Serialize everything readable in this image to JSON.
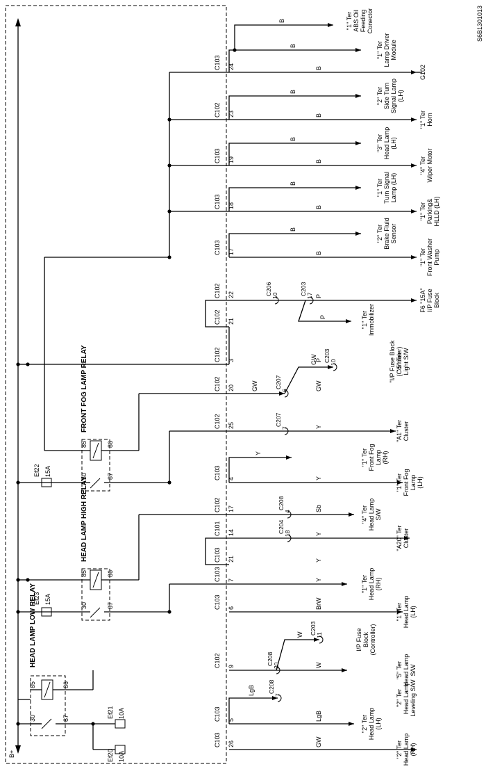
{
  "diagram_id": "S6B1301013",
  "supply": "B+",
  "relays": {
    "low": {
      "title": "HEAD LAMP LOW RELAY",
      "p85": "85",
      "p86": "86",
      "p30": "30",
      "p87": "87"
    },
    "high": {
      "title": "HEAD LAMP HIGH RELAY",
      "p85": "85",
      "p86": "86",
      "p30": "30",
      "p87": "87"
    },
    "fog": {
      "title": "FRONT FOG LAMP RELAY",
      "p85": "85",
      "p86": "86",
      "p30": "30",
      "p87": "87"
    }
  },
  "fuses": {
    "ef20": {
      "name": "Ef20",
      "rating": "10A"
    },
    "ef21": {
      "name": "Ef21",
      "rating": "10A"
    },
    "ef23": {
      "name": "Ef23",
      "rating": "15A"
    },
    "ef22": {
      "name": "Ef22",
      "rating": "15A"
    }
  },
  "rows": [
    {
      "conn": "C103",
      "pin": "26",
      "wire": "GW",
      "dest": [
        "\"2\" Ter",
        "Head Lamp",
        "(RH)"
      ]
    },
    {
      "conn": "C103",
      "pin": "5",
      "wire": "LgB",
      "dest": [
        "\"2\" Ter",
        "Head Lamp",
        "(LH)"
      ]
    },
    {
      "conn": "C102",
      "pin": "9",
      "wire": "W",
      "dest": [
        "\"5\" Ter",
        "Head Lamp",
        "S/W"
      ]
    },
    {
      "conn": "C103",
      "pin": "6",
      "wire": "BrW",
      "dest": [
        "\"1\" Ter",
        "Head Lamp",
        "(LH)"
      ]
    },
    {
      "conn": "C103",
      "pin": "7",
      "wire": "Y",
      "dest": [
        "\"1\" Ter",
        "Head Lamp",
        "(RH)"
      ]
    },
    {
      "conn": "C103",
      "pin": "21",
      "wire": "Y",
      "dest": []
    },
    {
      "conn": "C101",
      "pin": "14",
      "wire": "Y",
      "dest": [
        "\"A20\" Ter",
        "Cluster"
      ]
    },
    {
      "conn": "C102",
      "pin": "17",
      "wire": "Sb",
      "dest": [
        "\"4\" Ter",
        "Head Lamp",
        "S/W"
      ]
    },
    {
      "conn": "C103",
      "pin": "4",
      "wire": "Y",
      "dest": [
        "\"1\" Ter",
        "Front Fog",
        "Lamp",
        "(LH)"
      ]
    },
    {
      "conn": "C102",
      "pin": "25",
      "wire": "Y",
      "dest": [
        "\"A1\" Ter",
        "Cluster"
      ]
    },
    {
      "conn": "C102",
      "pin": "20",
      "wire": "GW",
      "dest": [
        "\"5\" Ter",
        "Light S/W"
      ]
    },
    {
      "conn": "C102",
      "pin": "3",
      "wire": "P",
      "dest": []
    },
    {
      "conn": "C102",
      "pin": "21",
      "wire": "",
      "dest": []
    },
    {
      "conn": "C102",
      "pin": "22",
      "wire": "P",
      "dest": [
        "F6 \"15A\"",
        "I/P Fuse",
        "Block"
      ]
    },
    {
      "conn": "C103",
      "pin": "17",
      "wire": "B",
      "dest": [
        "\"1\" Ter",
        "Front Washer",
        "Pump"
      ]
    },
    {
      "conn": "C103",
      "pin": "18",
      "wire": "B",
      "dest": [
        "\"1\" Ter",
        "Parking&",
        "HLLD (LH)"
      ]
    },
    {
      "conn": "C103",
      "pin": "19",
      "wire": "B",
      "dest": [
        "\"4\" Ter",
        "Wiper Motor"
      ]
    },
    {
      "conn": "C102",
      "pin": "23",
      "wire": "B",
      "dest": [
        "\"1\" Ter",
        "Horn"
      ]
    },
    {
      "conn": "C103",
      "pin": "24",
      "wire": "B",
      "dest": [
        "G102"
      ]
    }
  ],
  "branches": [
    {
      "wire": "LgB",
      "splice": "C208",
      "splice_pin": "7",
      "dest": [
        "\"2\" Ter",
        "Head Lamp",
        "Leveling S/W"
      ]
    },
    {
      "wire": "W",
      "splice": "C208",
      "splice_pin": "20",
      "dest": []
    },
    {
      "wire": "W",
      "splice": "C203",
      "splice_pin": "11",
      "dest": [
        "I/P Fuse",
        "Block",
        "(Controller)"
      ]
    },
    {
      "wire": "Y",
      "splice": "C204",
      "splice_pin": "18",
      "dest": []
    },
    {
      "wire": "Sb",
      "splice": "C208",
      "splice_pin": "4",
      "dest": []
    },
    {
      "wire": "Y",
      "splice": "",
      "splice_pin": "",
      "dest": [
        "\"1\" Ter",
        "Front Fog",
        "Lamp",
        "(RH)"
      ]
    },
    {
      "wire": "Y",
      "splice": "C207",
      "splice_pin": "7",
      "dest": []
    },
    {
      "wire": "GW",
      "splice": "C207",
      "splice_pin": "6",
      "dest": []
    },
    {
      "wire": "GW",
      "splice": "C203",
      "splice_pin": "10",
      "dest": [
        "\"I/P Fuse Block",
        "(Controler)"
      ]
    },
    {
      "wire": "P",
      "splice": "C206",
      "splice_pin": "10",
      "dest": []
    },
    {
      "wire": "P",
      "splice": "C203",
      "splice_pin": "17",
      "dest": [
        "\"1\" Ter",
        "Immobilizer"
      ]
    },
    {
      "wire": "B",
      "splice": "",
      "splice_pin": "",
      "dest": [
        "\"2\" Ter",
        "Brake Fluid",
        "Sensor"
      ]
    },
    {
      "wire": "B",
      "splice": "",
      "splice_pin": "",
      "dest": [
        "\"1\" Ter",
        "Turn Signal",
        "Lamp (LH)"
      ]
    },
    {
      "wire": "B",
      "splice": "",
      "splice_pin": "",
      "dest": [
        "\"3\" Ter",
        "Head Lamp",
        "(LH)"
      ]
    },
    {
      "wire": "B",
      "splice": "",
      "splice_pin": "",
      "dest": [
        "\"2\" Ter",
        "Side Turn",
        "Signal Lamp",
        "(LH)"
      ]
    },
    {
      "wire": "B",
      "splice": "",
      "splice_pin": "",
      "dest": [
        "\"1\" Ter",
        "Lamp Driver",
        "Module"
      ]
    },
    {
      "wire": "B",
      "splice": "",
      "splice_pin": "",
      "dest": [
        "\"1\" Ter",
        "ABS Oil",
        "Feeding",
        "Conector"
      ]
    }
  ]
}
